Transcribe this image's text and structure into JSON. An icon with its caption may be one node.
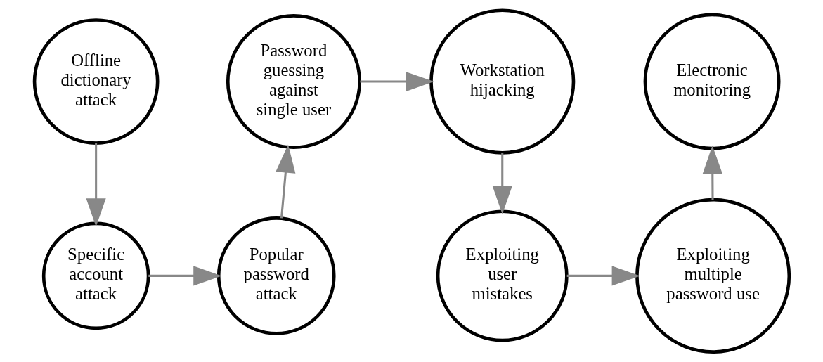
{
  "diagram": {
    "nodes": [
      {
        "text": [
          "Offline dictionary attack"
        ]
      },
      {
        "text": [
          "Password guessing against single user"
        ]
      },
      {
        "text": [
          "Workstation hijacking"
        ]
      },
      {
        "text": [
          "Electronic monitoring"
        ]
      },
      {
        "text": [
          "Specific account attack"
        ]
      },
      {
        "text": [
          "Popular password attack"
        ]
      },
      {
        "text": [
          "Exploiting user mistakes"
        ]
      },
      {
        "text": [
          "Exploiting multiple password use"
        ]
      }
    ],
    "edges": [
      {
        "from": 0,
        "to": 4,
        "arrow": "to"
      },
      {
        "from": 4,
        "to": 5,
        "arrow": "to"
      },
      {
        "from": 5,
        "to": 1,
        "arrow": "to"
      },
      {
        "from": 1,
        "to": 2,
        "arrow": "to"
      },
      {
        "from": 2,
        "to": 6,
        "arrow": "to"
      },
      {
        "from": 6,
        "to": 7,
        "arrow": "to"
      },
      {
        "from": 7,
        "to": 3,
        "arrow": "to"
      }
    ]
  }
}
